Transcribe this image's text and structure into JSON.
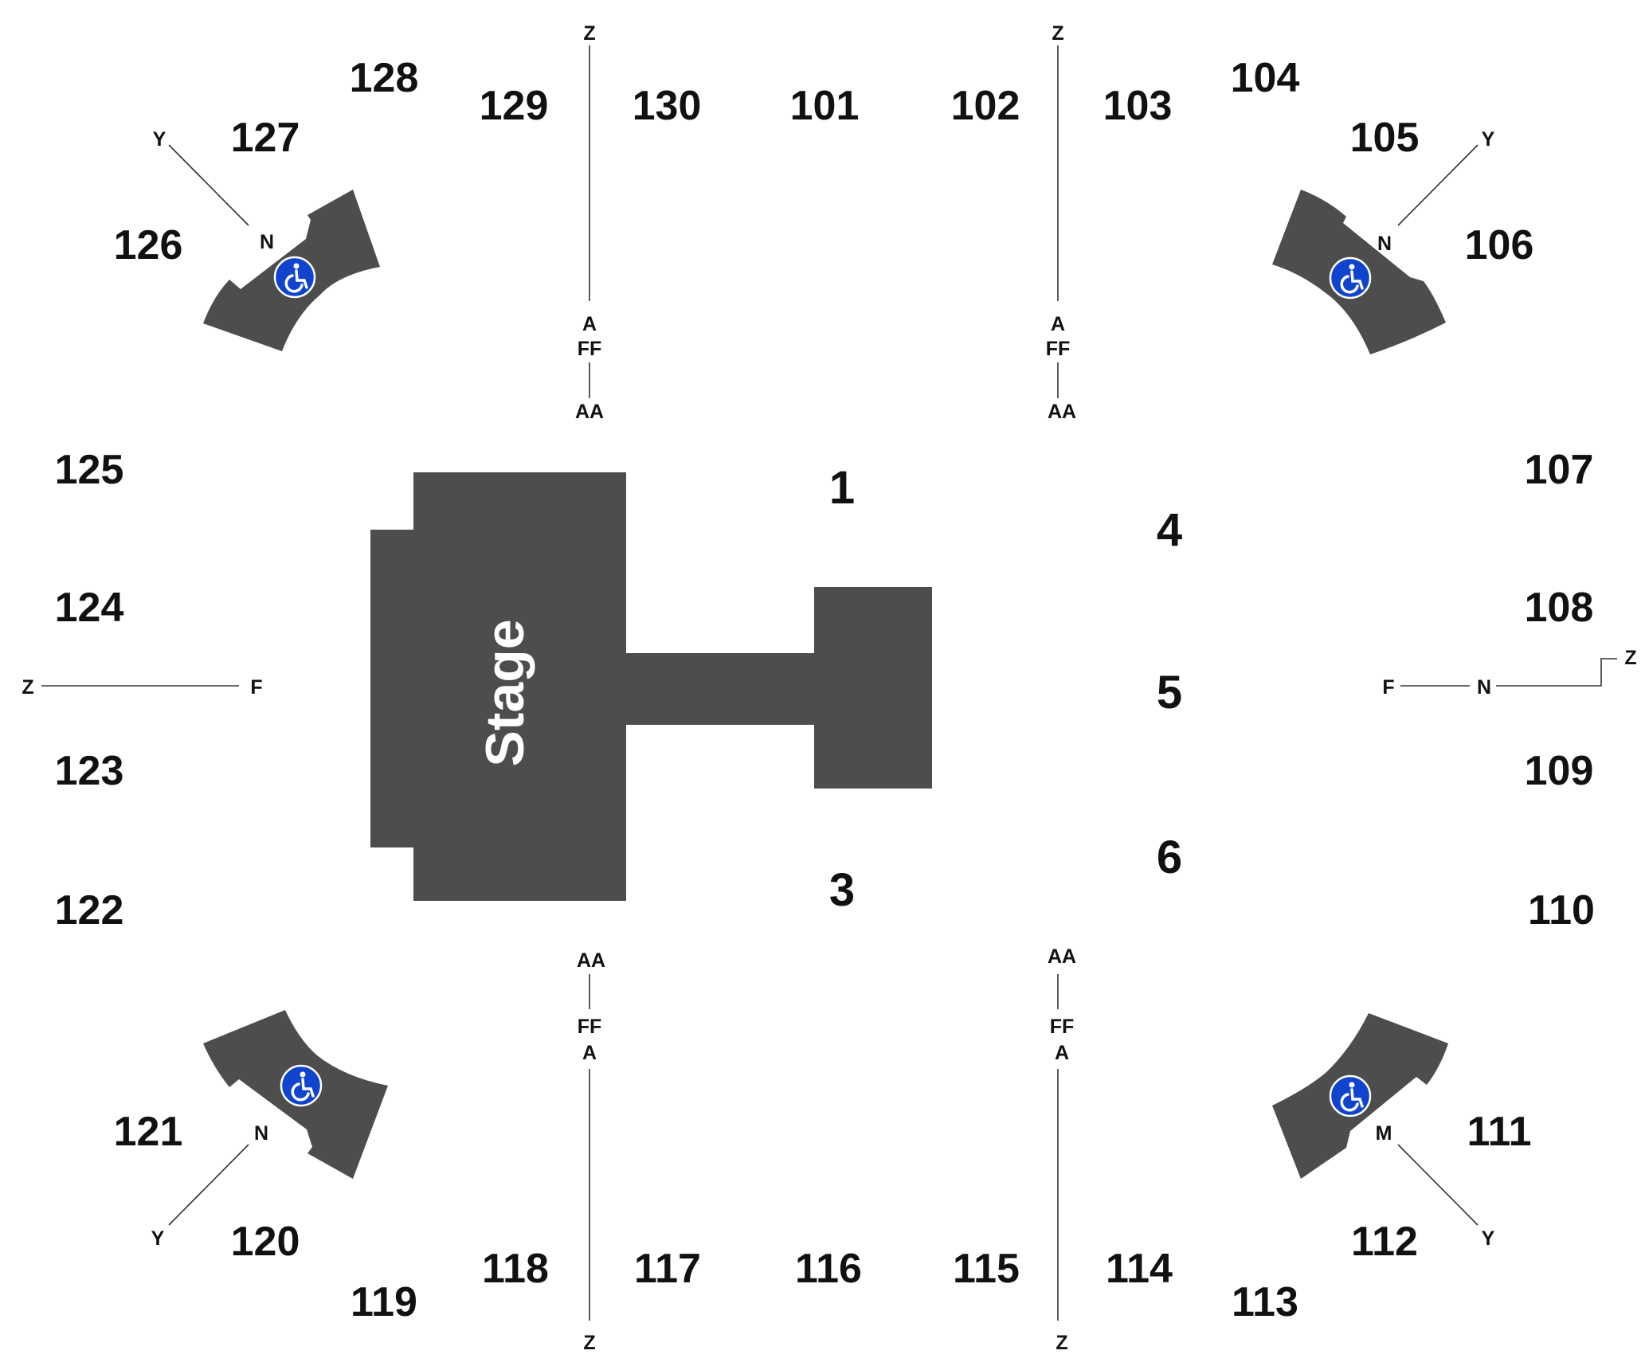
{
  "colors": {
    "background": "#ffffff",
    "block": "#4d4d4d",
    "text": "#111111",
    "stage_text": "#ffffff",
    "accessible_icon": "#1144cc"
  },
  "stage": {
    "label": "Stage"
  },
  "floor_sections": {
    "s1": "1",
    "s3": "3",
    "s4": "4",
    "s5": "5",
    "s6": "6"
  },
  "lower_sections": {
    "s101": "101",
    "s102": "102",
    "s103": "103",
    "s104": "104",
    "s105": "105",
    "s106": "106",
    "s107": "107",
    "s108": "108",
    "s109": "109",
    "s110": "110",
    "s111": "111",
    "s112": "112",
    "s113": "113",
    "s114": "114",
    "s115": "115",
    "s116": "116",
    "s117": "117",
    "s118": "118",
    "s119": "119",
    "s120": "120",
    "s121": "121",
    "s122": "122",
    "s123": "123",
    "s124": "124",
    "s125": "125",
    "s126": "126",
    "s127": "127",
    "s128": "128",
    "s129": "129",
    "s130": "130"
  },
  "row_labels": {
    "top_left_z": "Z",
    "top_left_a": "A",
    "top_left_ff": "FF",
    "top_left_aa": "AA",
    "top_right_z": "Z",
    "top_right_a": "A",
    "top_right_ff": "FF",
    "top_right_aa": "AA",
    "bottom_left_aa": "AA",
    "bottom_left_ff": "FF",
    "bottom_left_a": "A",
    "bottom_left_z": "Z",
    "bottom_right_aa": "AA",
    "bottom_right_ff": "FF",
    "bottom_right_a": "A",
    "bottom_right_z": "Z",
    "left_z": "Z",
    "left_f": "F",
    "right_f": "F",
    "right_n": "N",
    "right_z": "Z",
    "nw_y": "Y",
    "nw_n": "N",
    "ne_y": "Y",
    "ne_n": "N",
    "sw_n": "N",
    "sw_y": "Y",
    "se_m": "M",
    "se_y": "Y"
  },
  "icons": {
    "accessible_seating": "wheelchair-icon"
  }
}
